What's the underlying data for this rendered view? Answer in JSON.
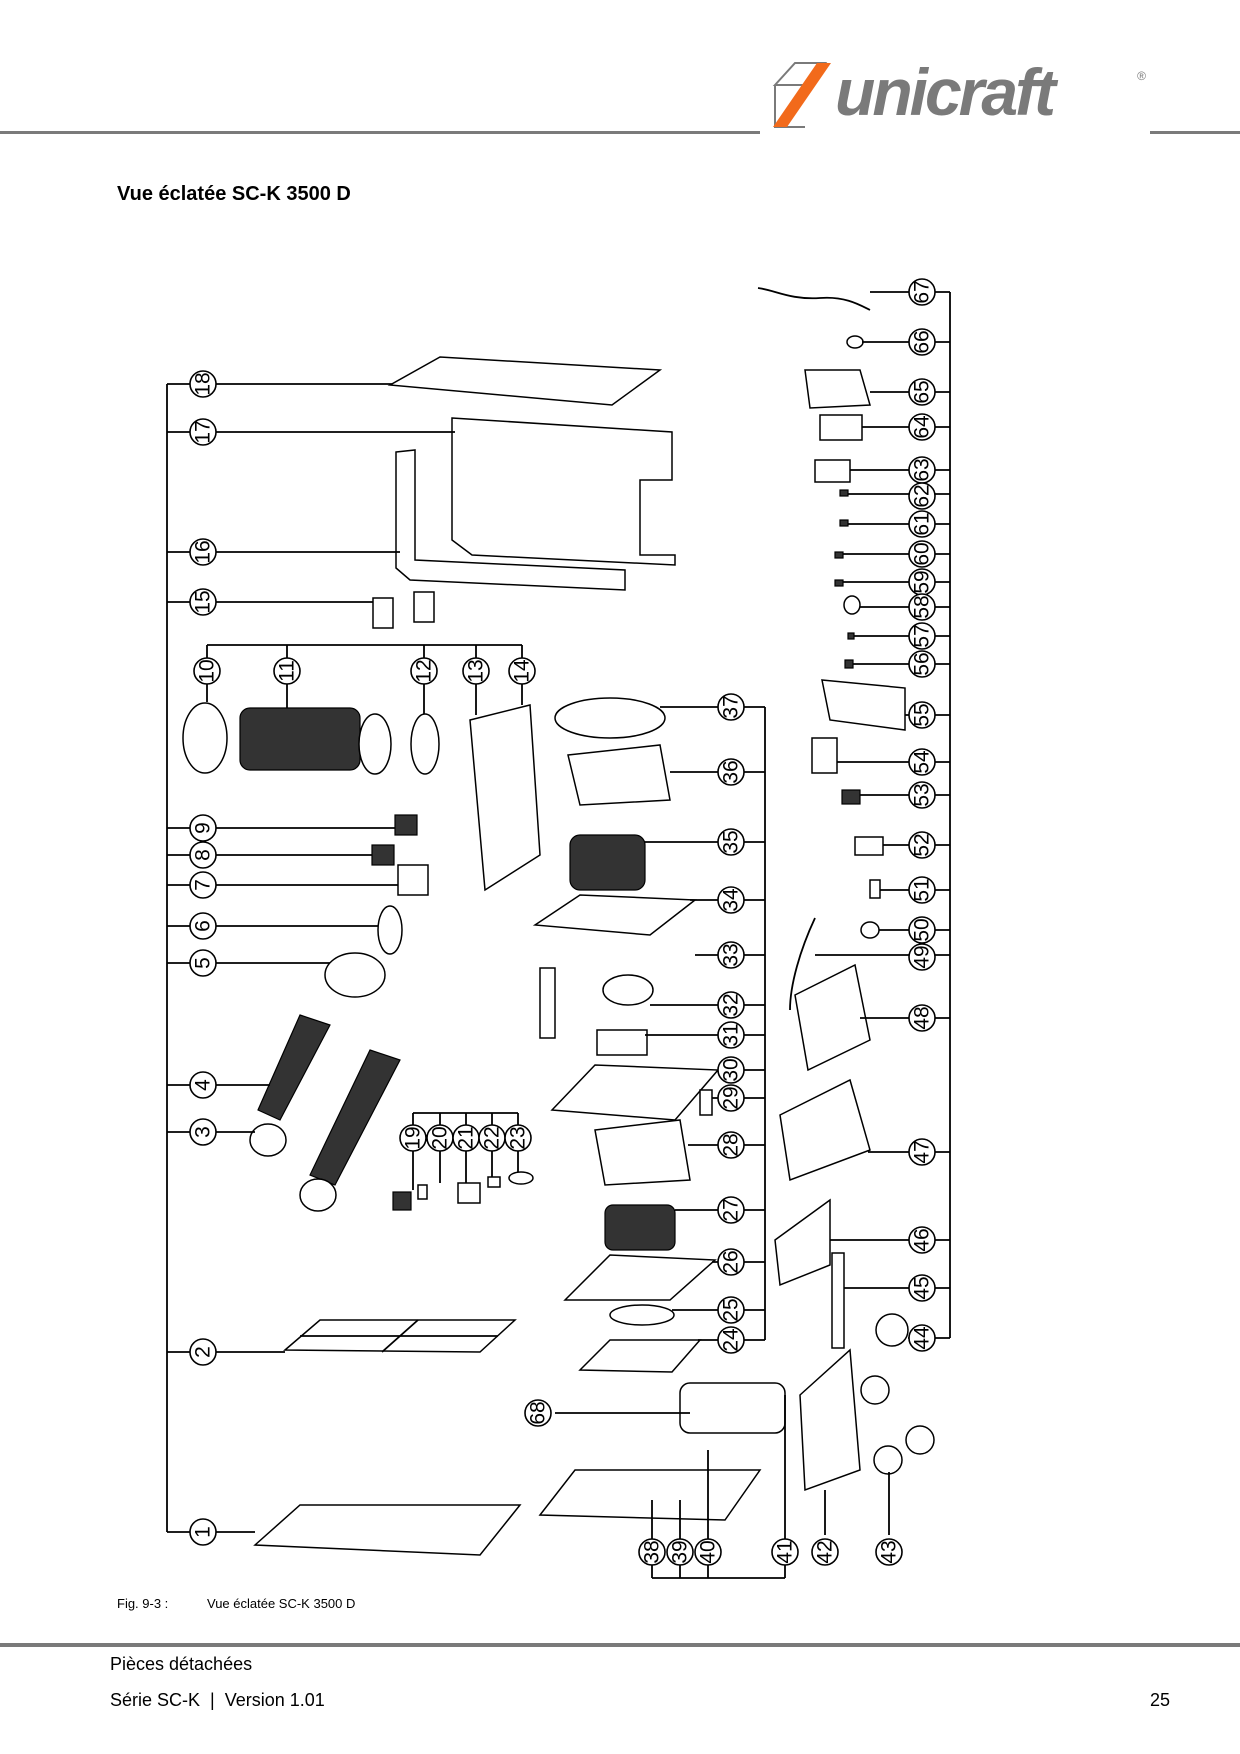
{
  "header": {
    "brand": "unicraft",
    "registered_mark": "®"
  },
  "page_title": "Vue éclatée SC-K 3500 D",
  "diagram": {
    "left_callouts": [
      "18",
      "17",
      "16",
      "15",
      "10",
      "11",
      "12",
      "13",
      "14",
      "9",
      "8",
      "7",
      "6",
      "5",
      "4",
      "3",
      "19",
      "20",
      "21",
      "22",
      "23",
      "2",
      "1"
    ],
    "center_callouts": [
      "37",
      "36",
      "35",
      "34",
      "33",
      "32",
      "31",
      "30",
      "29",
      "28",
      "27",
      "26",
      "25",
      "24",
      "68",
      "38",
      "39",
      "40",
      "41",
      "42",
      "43"
    ],
    "right_callouts": [
      "67",
      "66",
      "65",
      "64",
      "63",
      "62",
      "61",
      "60",
      "59",
      "58",
      "57",
      "56",
      "55",
      "54",
      "53",
      "52",
      "51",
      "50",
      "49",
      "48",
      "47",
      "46",
      "45",
      "44"
    ]
  },
  "figure": {
    "label": "Fig. 9-3 :",
    "caption": "Vue éclatée SC-K 3500 D"
  },
  "footer": {
    "section": "Pièces détachées",
    "series_version": "Série SC-K  |  Version 1.01",
    "page_number": "25"
  },
  "colors": {
    "brand_orange": "#f26a1b",
    "brand_gray": "#7a7a7a",
    "rule_gray": "#7a7a7a"
  }
}
